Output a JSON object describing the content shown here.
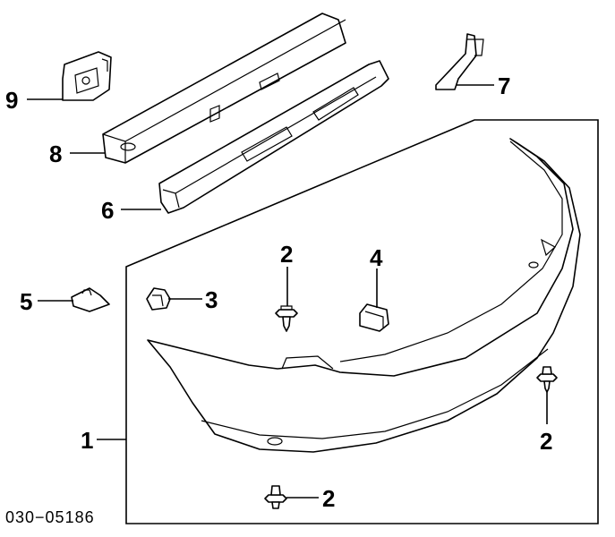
{
  "colors": {
    "line": "#000000",
    "background": "#ffffff"
  },
  "diagram": {
    "code": "030−05186",
    "callouts": {
      "part1": "1",
      "part2_top": "2",
      "part2_right": "2",
      "part2_bottom": "2",
      "part3": "3",
      "part4": "4",
      "part5": "5",
      "part6": "6",
      "part7": "7",
      "part8": "8",
      "part9": "9"
    }
  }
}
